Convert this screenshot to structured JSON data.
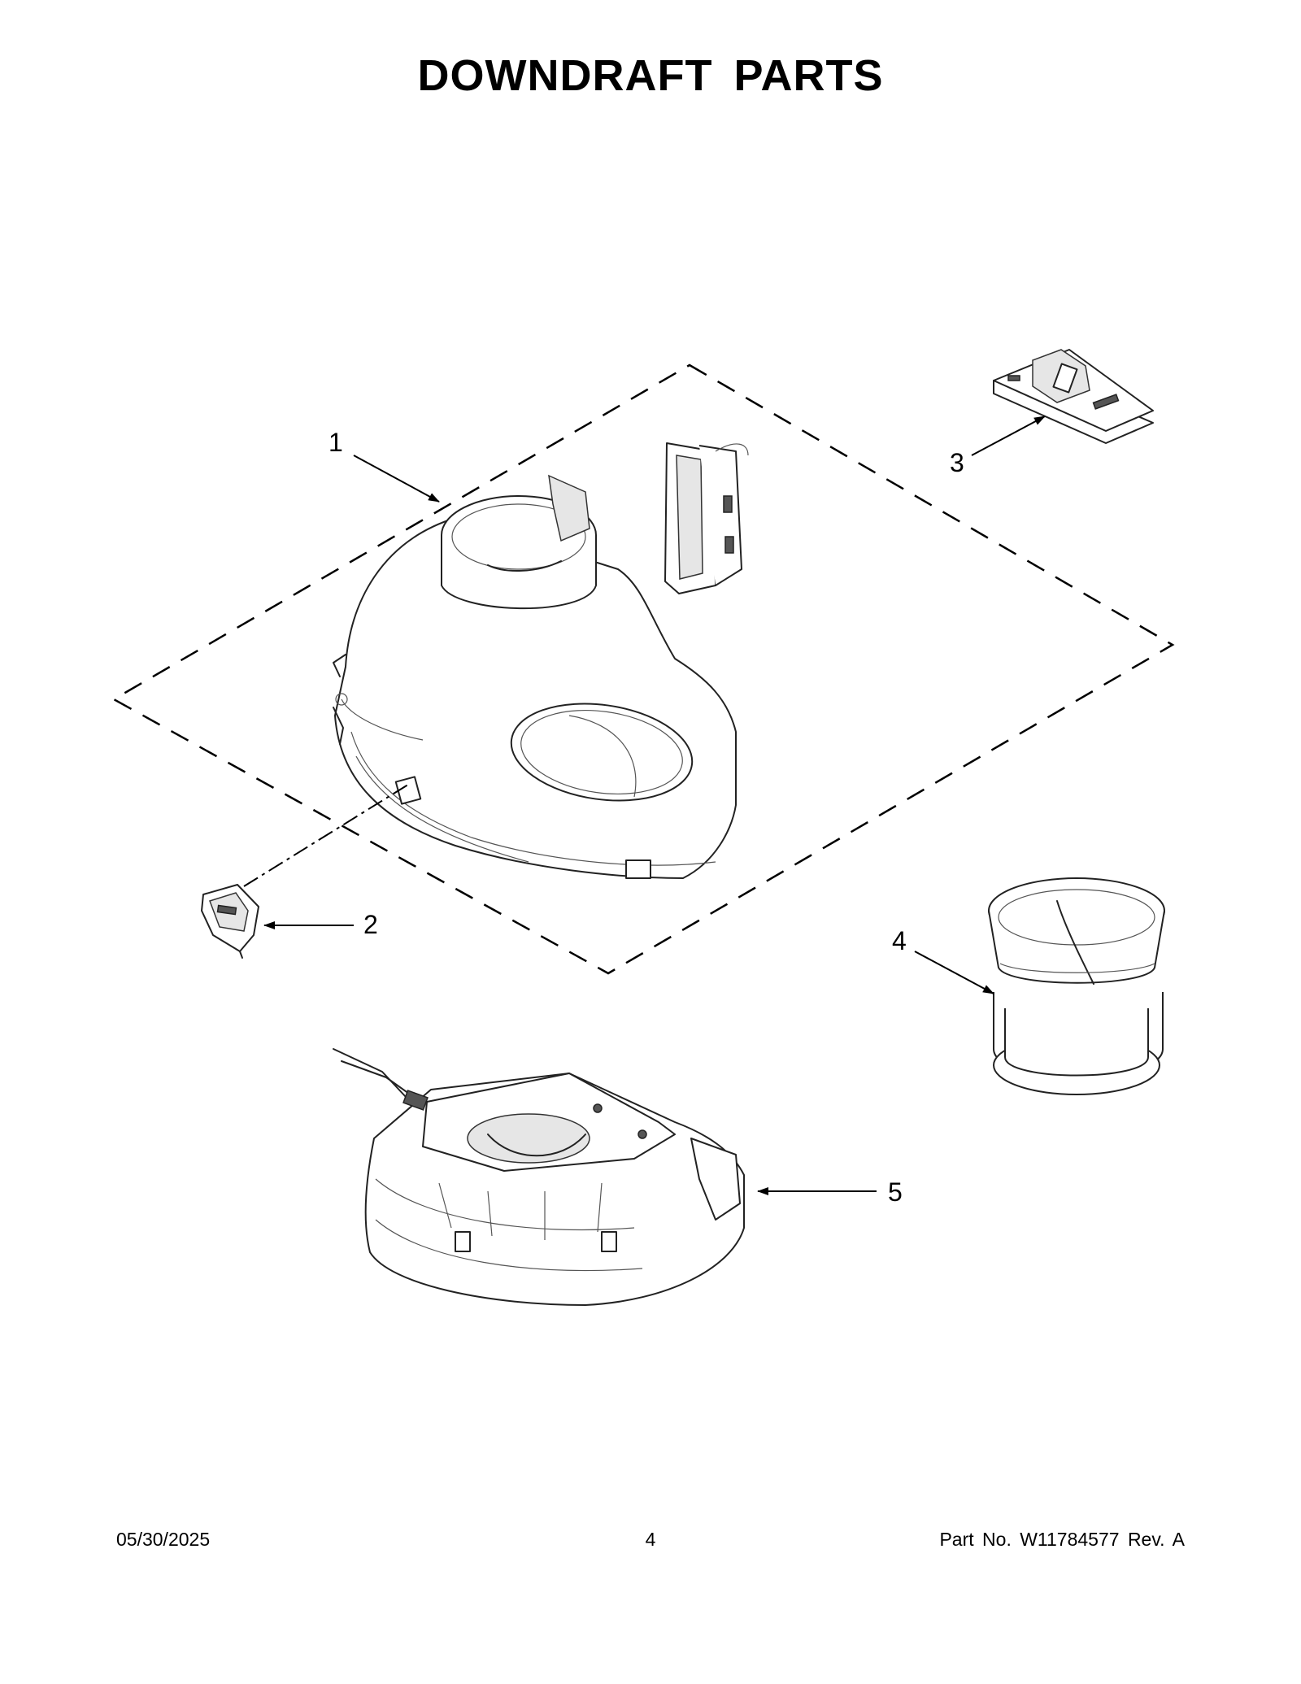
{
  "title": "DOWNDRAFT  PARTS",
  "callouts": [
    "1",
    "2",
    "3",
    "4",
    "5"
  ],
  "footer": {
    "date": "05/30/2025",
    "page": "4",
    "part": "Part No.  W11784577  Rev.  A"
  }
}
